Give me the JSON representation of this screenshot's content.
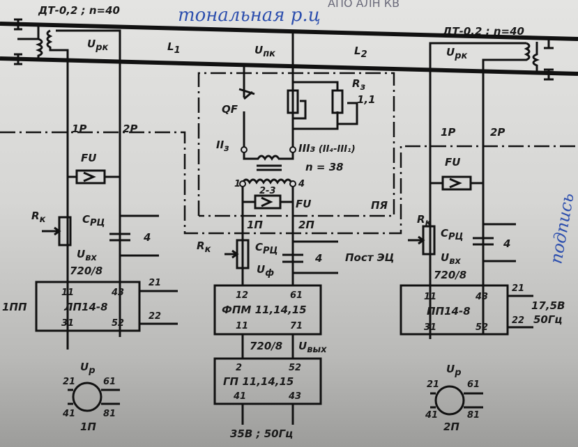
{
  "top_handwritten": "АПО   АЛН   КВ",
  "title_handwritten": "тональная р.ц",
  "transformer_left": "ДТ-0,2 ; n=40",
  "transformer_right": "ДТ-0,2 ; n=40",
  "line_labels": {
    "l1": "L",
    "l1_sub": "1",
    "l2": "L",
    "l2_sub": "2",
    "upk": "U",
    "upk_sub": "пк",
    "urk": "U",
    "urk_sub": "рк"
  },
  "center": {
    "qf": "QF",
    "r3": "R",
    "r3_sub": "з",
    "r3_val": "1,1",
    "ii3": "II",
    "ii3_sub": "з",
    "iii3": "III",
    "iii3_rest": "з (II₄-III₁)",
    "n": "n = 38",
    "t1": "1",
    "t23": "2-3",
    "t4": "4",
    "fu": "FU",
    "pya": "ПЯ",
    "p1": "1П",
    "p2": "2П",
    "rk": "R",
    "rk_sub": "к",
    "crc": "C",
    "crc_sub": "РЦ",
    "cap_n": "4",
    "post": "Пост ЭЦ",
    "uf": "U",
    "uf_sub": "ф",
    "fpm": {
      "name": "ФПМ 11,14,15",
      "tl": "12",
      "tr": "61",
      "bl": "11",
      "br": "71"
    },
    "mid_left": "720/8",
    "uvyh": "U",
    "uvyh_sub": "вых",
    "gp": {
      "name": "ГП 11,14,15",
      "tl": "2",
      "tr": "52",
      "bl": "41",
      "br": "43"
    },
    "supply": "35В ; 50Гц"
  },
  "left": {
    "p1": "1P",
    "p2": "2P",
    "fu": "FU",
    "rk": "R",
    "rk_sub": "к",
    "crc": "C",
    "crc_sub": "РЦ",
    "cap_n": "4",
    "uvx": "U",
    "uvx_sub": "вх",
    "ratio": "720/8",
    "box": {
      "name": "ЛП14-8",
      "tl": "11",
      "tr": "43",
      "bl": "31",
      "br": "52"
    },
    "out21": "21",
    "out22": "22",
    "label": "1ПП",
    "up": "U",
    "up_sub": "р",
    "m21": "21",
    "m61": "61",
    "m41": "41",
    "m81": "81",
    "motor": "1П"
  },
  "right": {
    "p1": "1P",
    "p2": "2P",
    "fu": "FU",
    "rk": "R",
    "rk_sub": "к",
    "crc": "C",
    "crc_sub": "РЦ",
    "cap_n": "4",
    "uvx": "U",
    "uvx_sub": "вх",
    "ratio": "720/8",
    "box": {
      "name": "ПП14-8",
      "tl": "11",
      "tr": "43",
      "bl": "31",
      "br": "52"
    },
    "out21": "21",
    "out22": "22",
    "volt": "17,5В",
    "freq": "50Гц",
    "up": "U",
    "up_sub": "р",
    "m21": "21",
    "m61": "61",
    "m41": "41",
    "m81": "81",
    "motor": "2П"
  },
  "stamp_handwritten": "подпись"
}
